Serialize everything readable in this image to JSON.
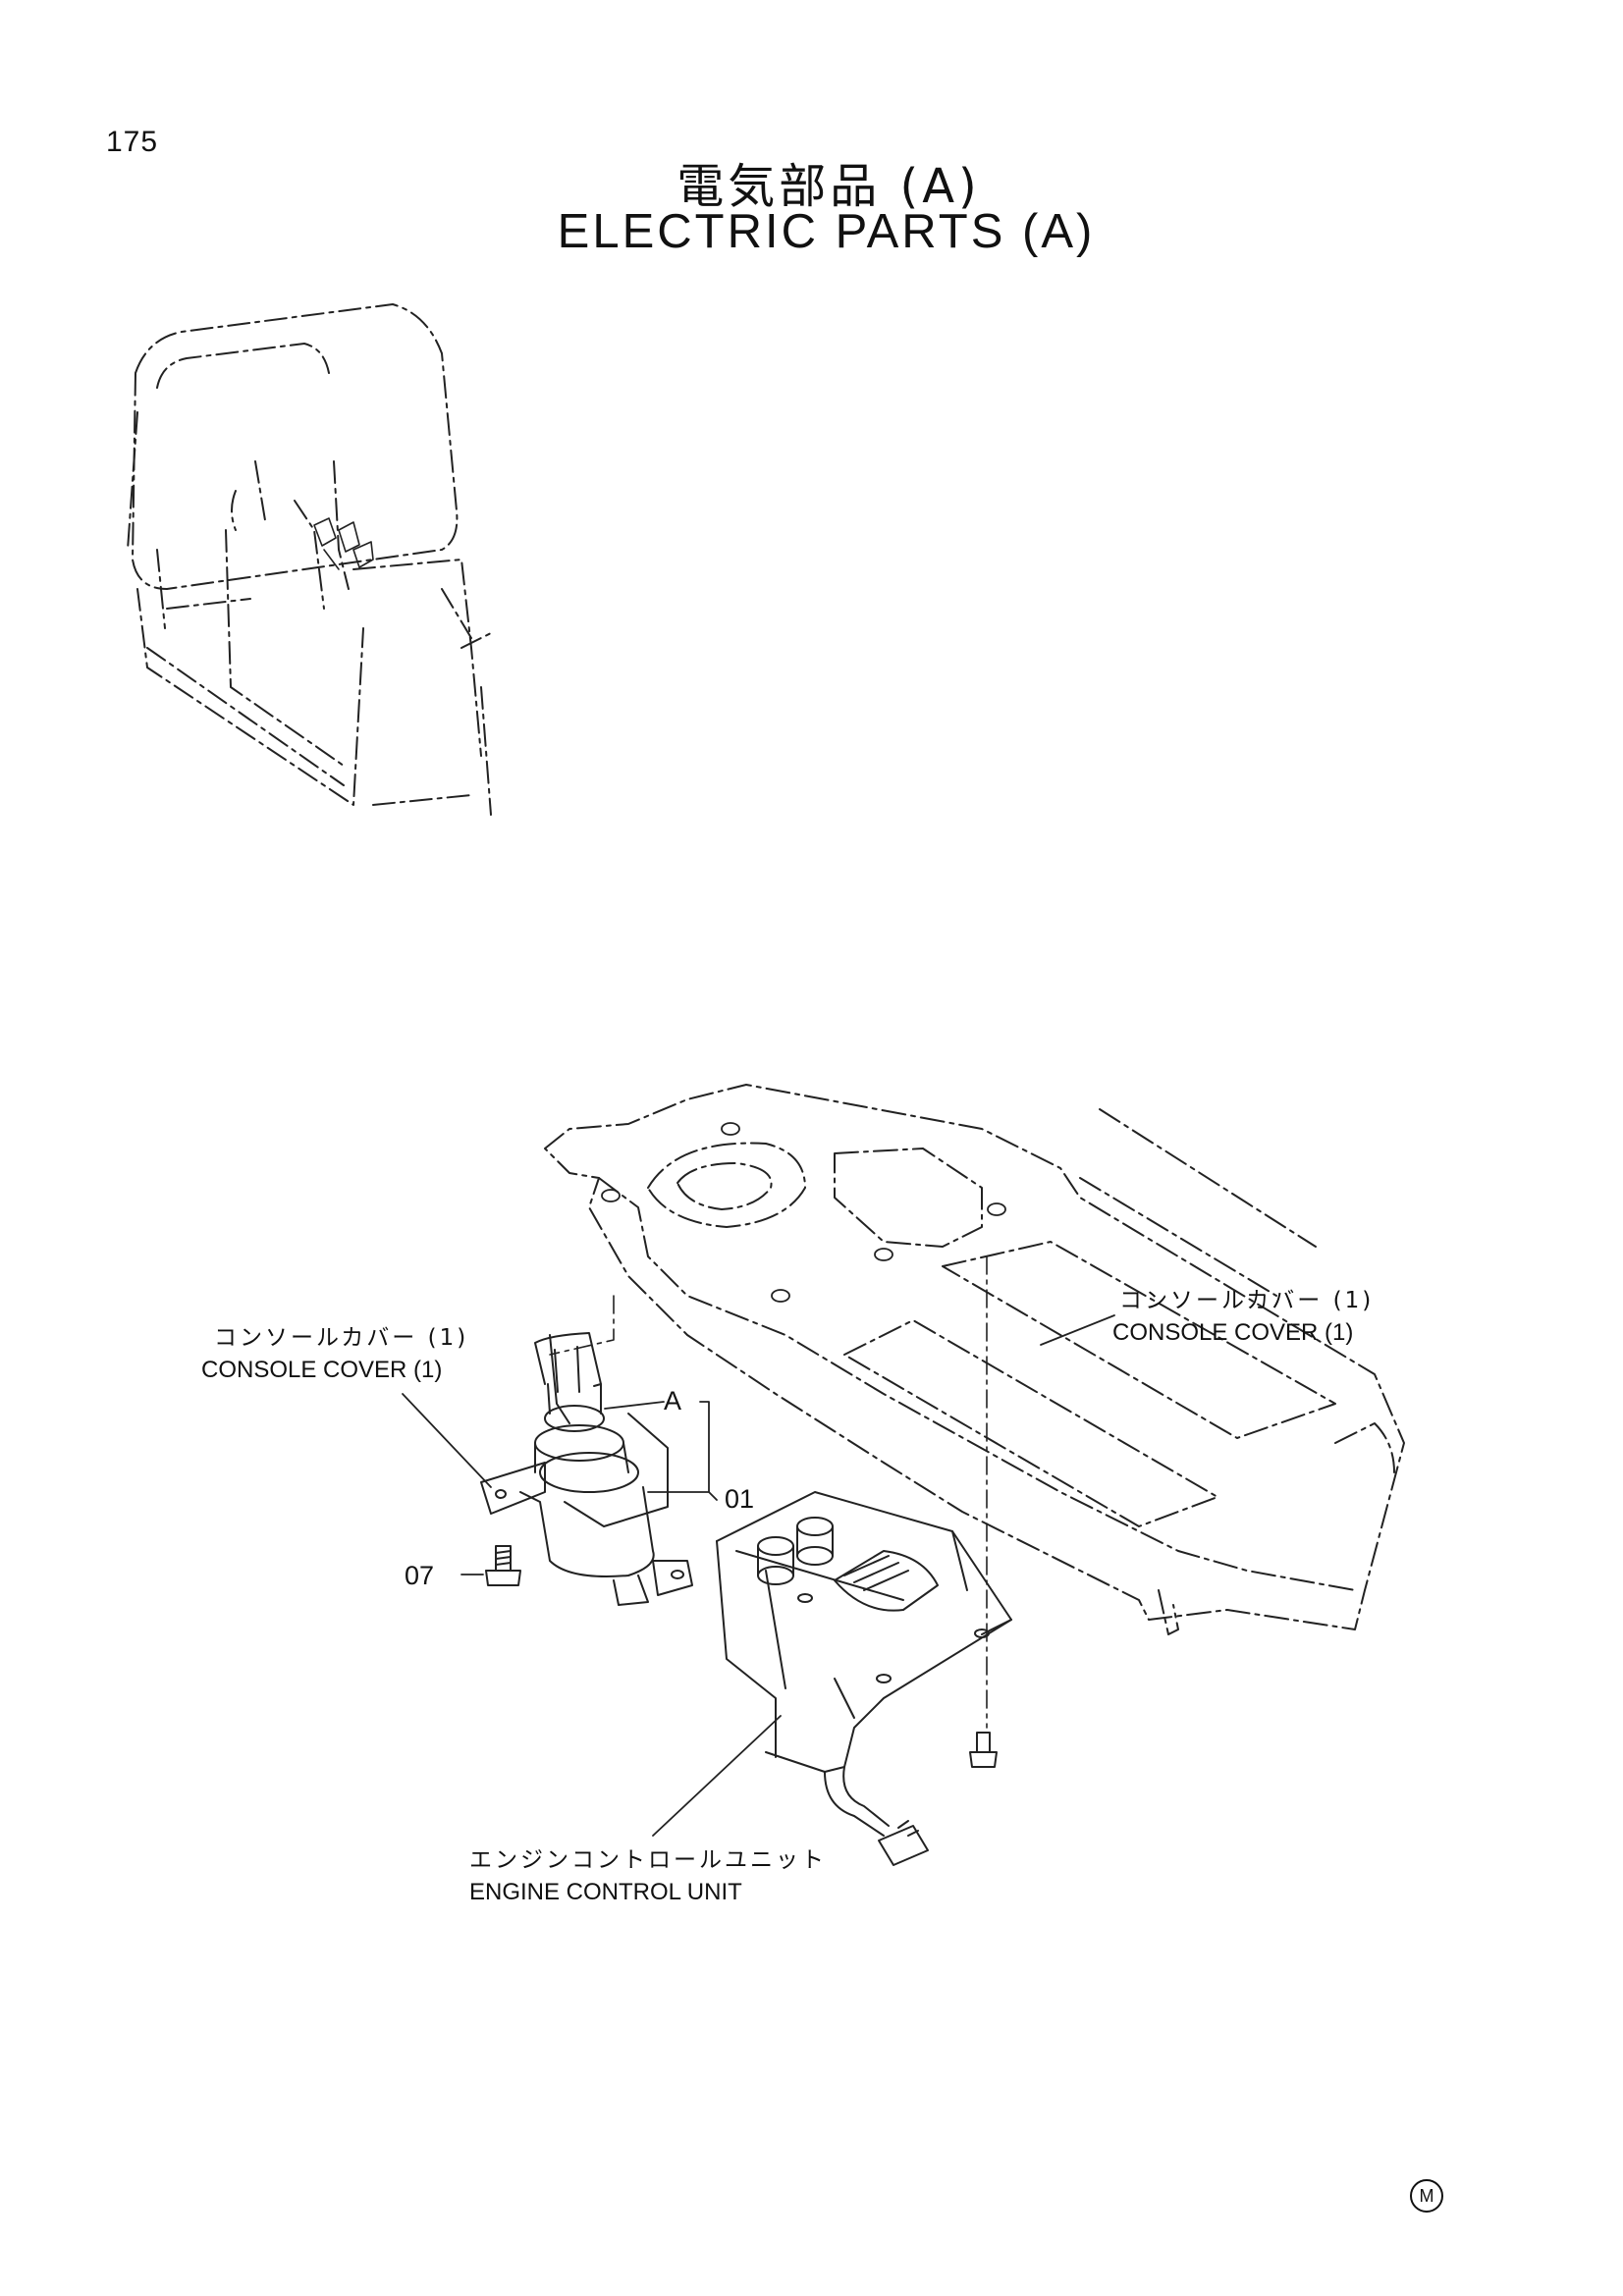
{
  "page": {
    "number": "175"
  },
  "title": {
    "japanese": "電気部品 (A)",
    "english": "ELECTRIC PARTS (A)"
  },
  "labels": {
    "console_cover_left": {
      "japanese": "コンソールカバー (1)",
      "english": "CONSOLE COVER (1)"
    },
    "console_cover_right": {
      "japanese": "コンソールカバー (1)",
      "english": "CONSOLE COVER (1)"
    },
    "engine_control_unit": {
      "japanese": "エンジンコントロールユニット",
      "english": "ENGINE CONTROL UNIT"
    }
  },
  "callouts": {
    "a": "A",
    "part_01": "01",
    "part_07": "07"
  },
  "footer": {
    "mark": "M"
  }
}
